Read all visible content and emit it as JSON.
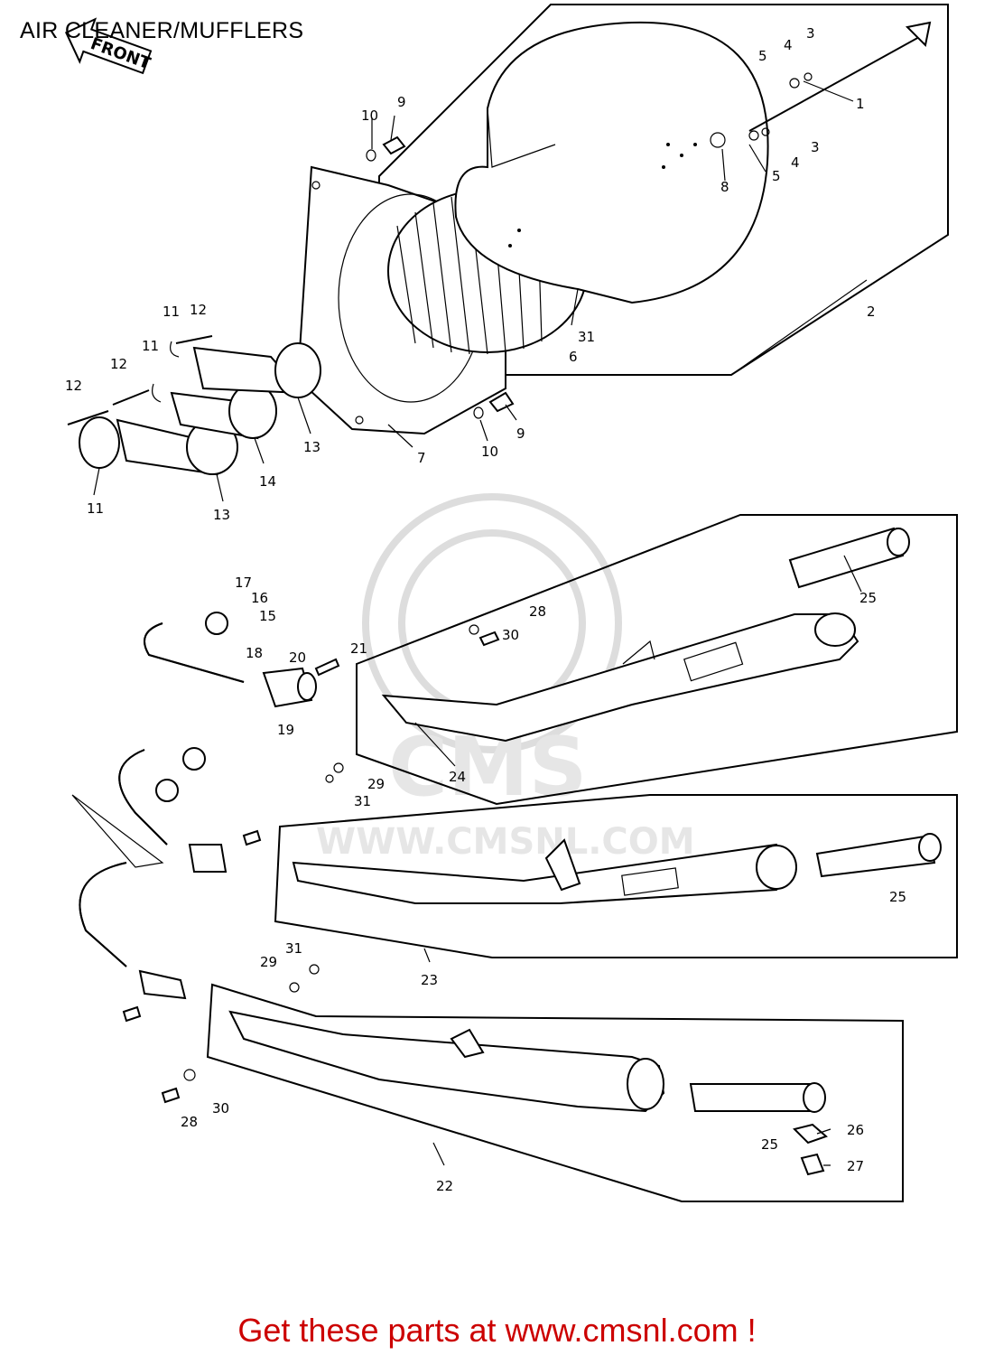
{
  "title": "AIR CLEANER/MUFFLERS",
  "front_badge": "FRONT",
  "watermark": {
    "logo": "CMS",
    "url": "WWW.CMSNL.COM"
  },
  "cta": "Get these parts at www.cmsnl.com !",
  "callouts": {
    "c1": "1",
    "c2": "2",
    "c3a": "3",
    "c3b": "3",
    "c4a": "4",
    "c4b": "4",
    "c5a": "5",
    "c5b": "5",
    "c6": "6",
    "c7": "7",
    "c8": "8",
    "c9a": "9",
    "c9b": "9",
    "c10a": "10",
    "c10b": "10",
    "c11a": "11",
    "c11b": "11",
    "c11c": "11",
    "c12a": "12",
    "c12b": "12",
    "c12c": "12",
    "c13a": "13",
    "c13b": "13",
    "c14": "14",
    "c15": "15",
    "c16": "16",
    "c17": "17",
    "c18": "18",
    "c19": "19",
    "c20": "20",
    "c21": "21",
    "c22": "22",
    "c23": "23",
    "c24": "24",
    "c25a": "25",
    "c25b": "25",
    "c25c": "25",
    "c26": "26",
    "c27": "27",
    "c28a": "28",
    "c28b": "28",
    "c29a": "29",
    "c29b": "29",
    "c30a": "30",
    "c30b": "30",
    "c31a": "31",
    "c31b": "31",
    "c31c": "31"
  }
}
